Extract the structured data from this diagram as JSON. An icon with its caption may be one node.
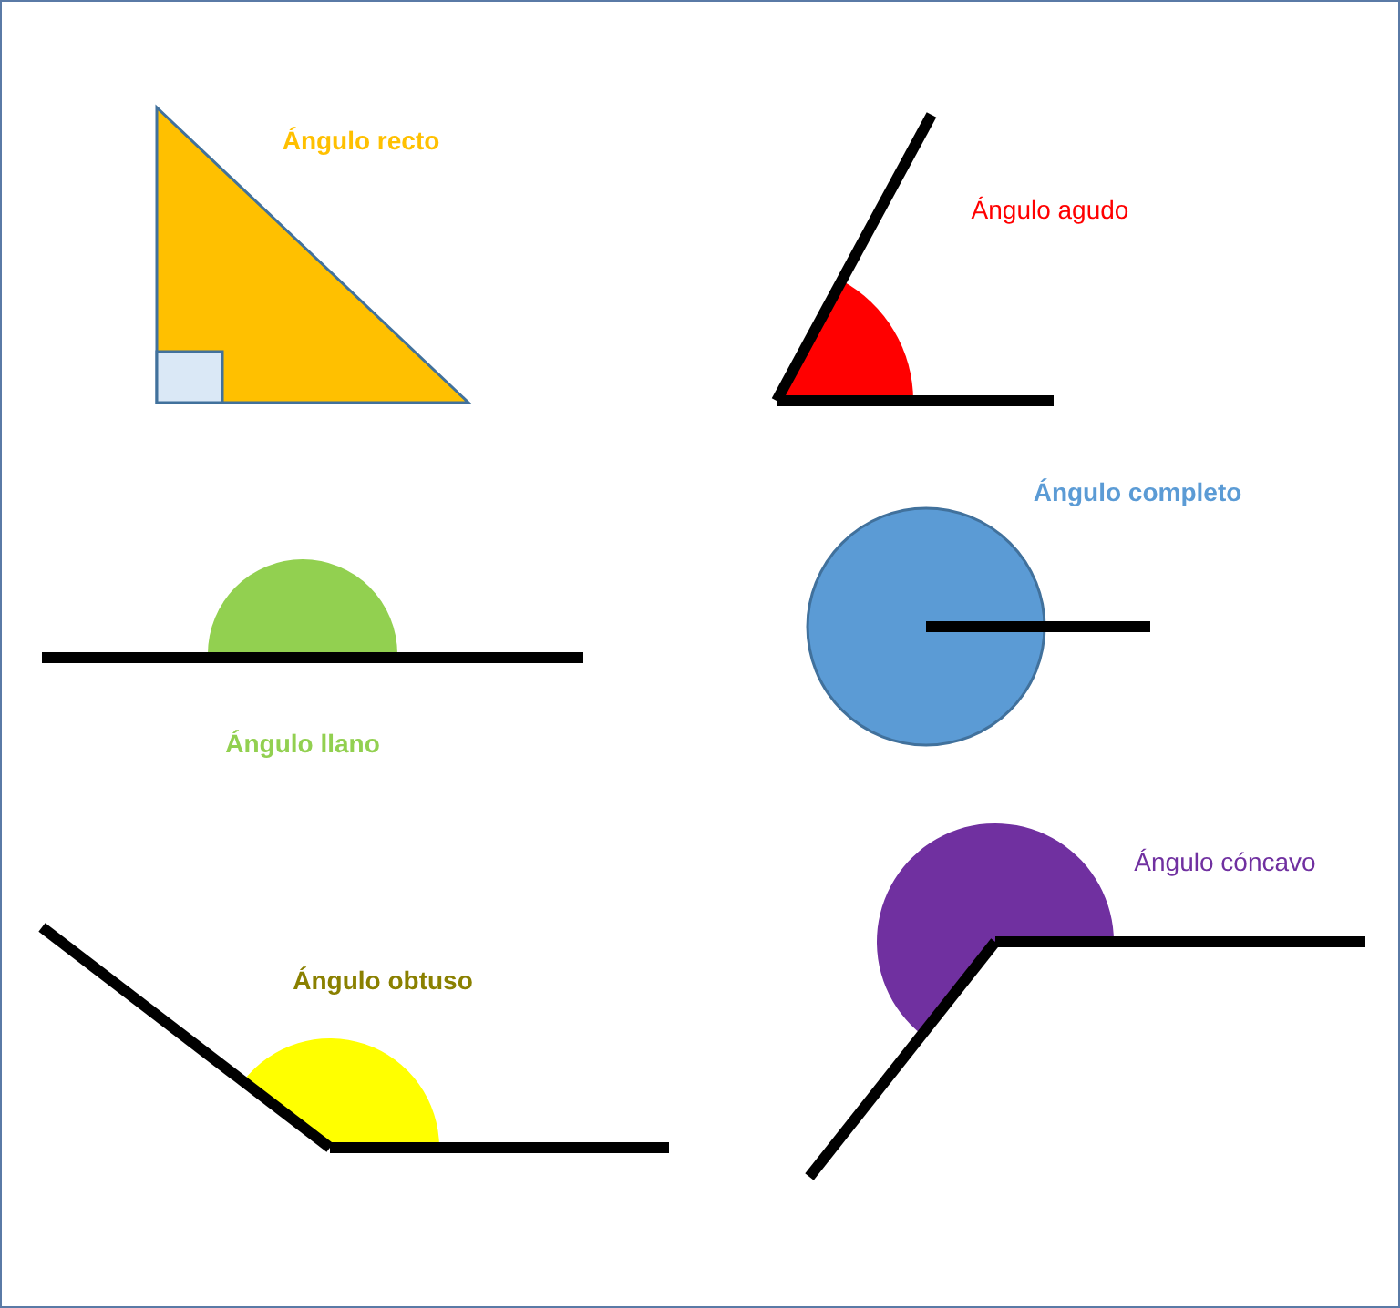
{
  "diagram": {
    "labels": [
      "Ángulo recto",
      "Ángulo agudo",
      "Ángulo completo",
      "Ángulo llano",
      "Ángulo obtuso",
      "Ángulo cóncavo"
    ]
  }
}
